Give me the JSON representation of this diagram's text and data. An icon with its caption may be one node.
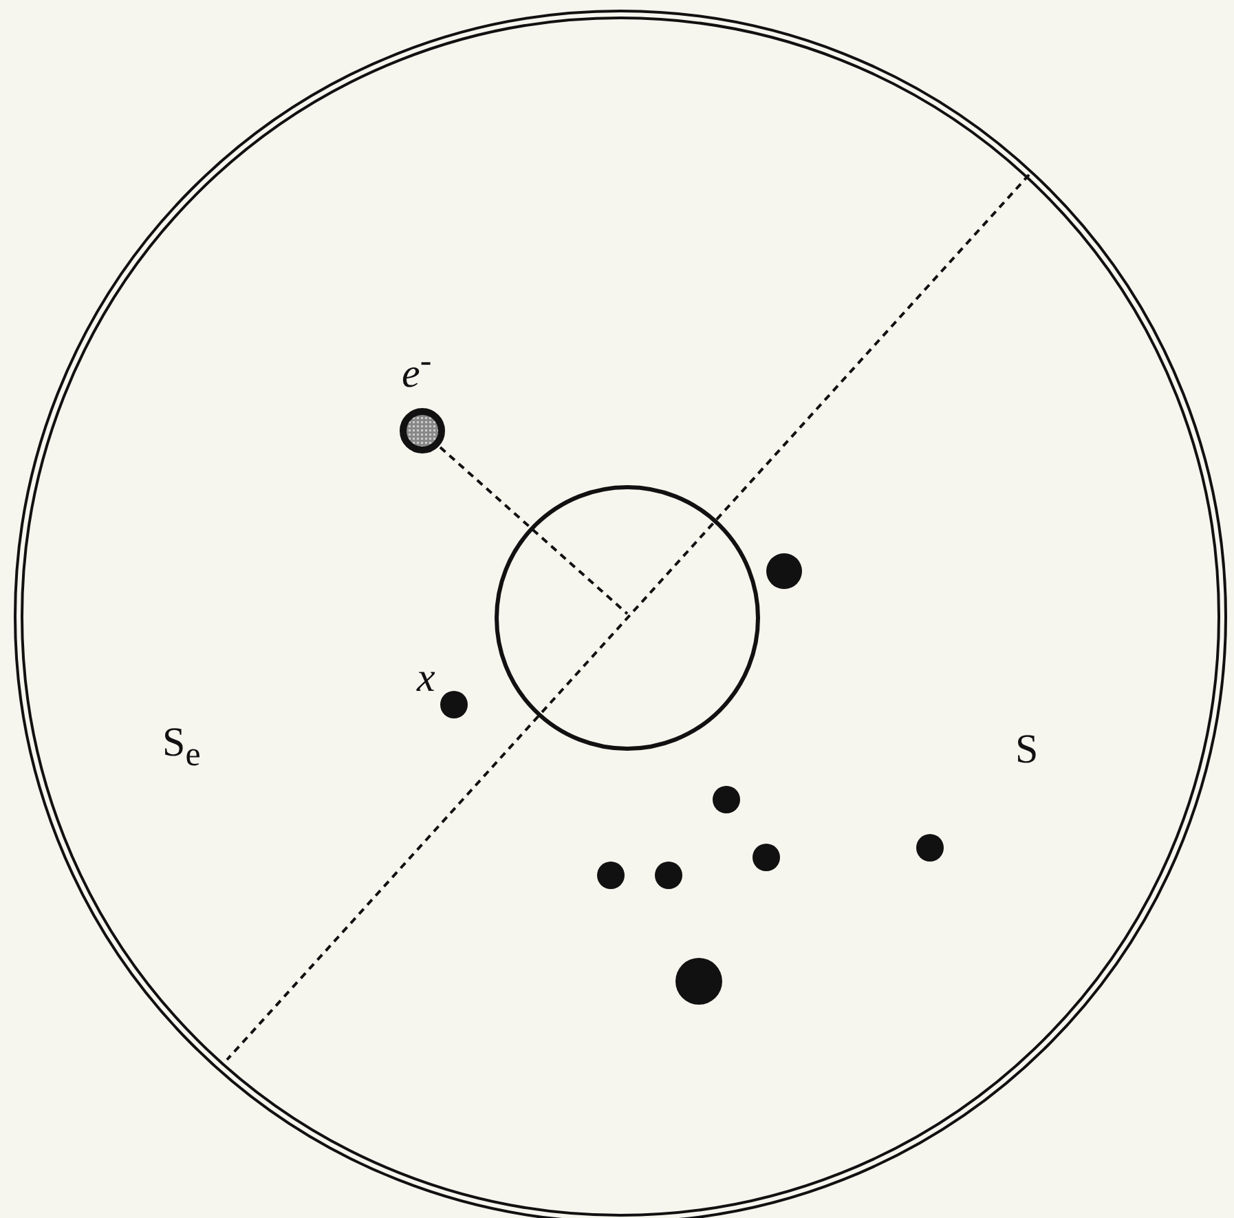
{
  "diagram": {
    "labels": [
      "e$^{-}$",
      "x",
      "S$_{e}$",
      "S"
    ]
  }
}
